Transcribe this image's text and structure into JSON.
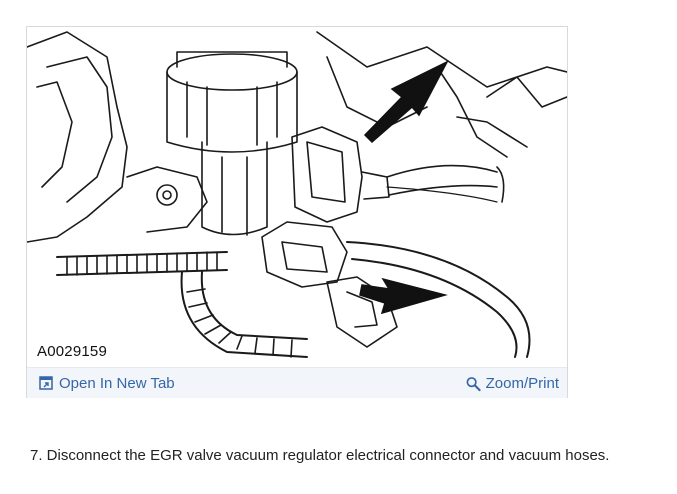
{
  "figure": {
    "id_label": "A0029159",
    "open_tab_label": "Open In New Tab",
    "zoom_label": "Zoom/Print",
    "link_color": "#3567a8",
    "icons": {
      "open_tab": "open-in-new-tab-icon",
      "zoom": "magnifier-icon"
    }
  },
  "instruction": {
    "text": "7. Disconnect the EGR valve vacuum regulator electrical connector and vacuum hoses."
  }
}
